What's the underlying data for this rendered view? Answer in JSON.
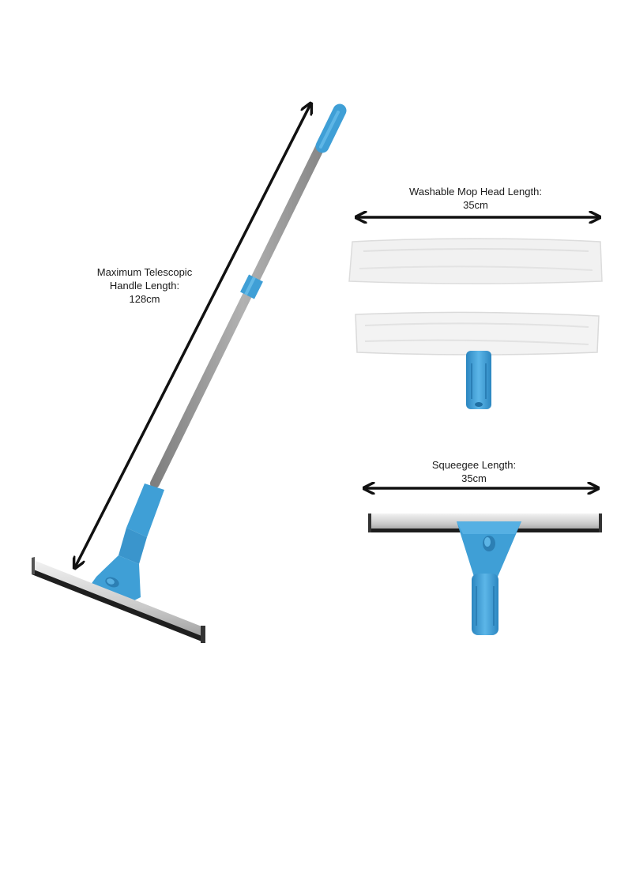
{
  "labels": {
    "handle": {
      "line1": "Maximum Telescopic",
      "line2": "Handle Length:",
      "line3": "128cm"
    },
    "mop_head": {
      "line1": "Washable Mop Head Length:",
      "line2": "35cm"
    },
    "squeegee": {
      "line1": "Squeegee Length:",
      "line2": "35cm"
    }
  },
  "colors": {
    "accent_blue": "#3f9fd6",
    "pole_gray": "#9a9a9a",
    "blade_silver": "#d4d4d4",
    "arrow_black": "#111111",
    "cloth_white": "#f3f3f3"
  }
}
